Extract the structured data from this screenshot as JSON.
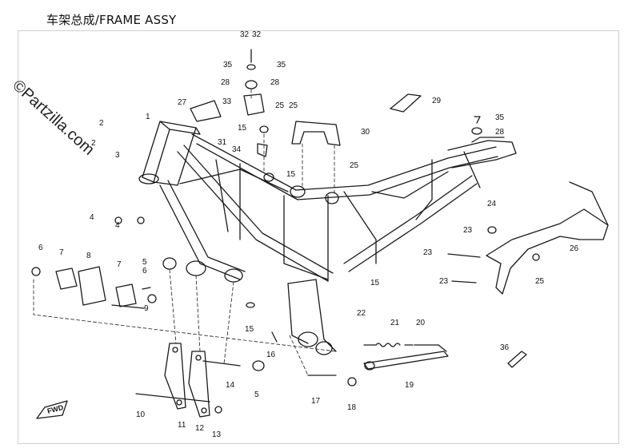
{
  "title": "车架总成/FRAME ASSY",
  "watermark": "©Partzilla.com",
  "fwd_arrow_text": "FWD",
  "colors": {
    "line": "#1a1a1a",
    "background": "#ffffff",
    "border": "#cfcfcf"
  },
  "callouts": [
    "1",
    "2",
    "2",
    "3",
    "4",
    "4",
    "5",
    "5",
    "6",
    "6",
    "7",
    "7",
    "8",
    "9",
    "10",
    "11",
    "12",
    "13",
    "14",
    "15",
    "15",
    "15",
    "15",
    "16",
    "17",
    "18",
    "19",
    "20",
    "21",
    "22",
    "23",
    "23",
    "23",
    "24",
    "25",
    "25",
    "25",
    "25",
    "26",
    "27",
    "28",
    "28",
    "28",
    "29",
    "30",
    "31",
    "32",
    "32",
    "33",
    "34",
    "35",
    "35",
    "35",
    "36"
  ]
}
